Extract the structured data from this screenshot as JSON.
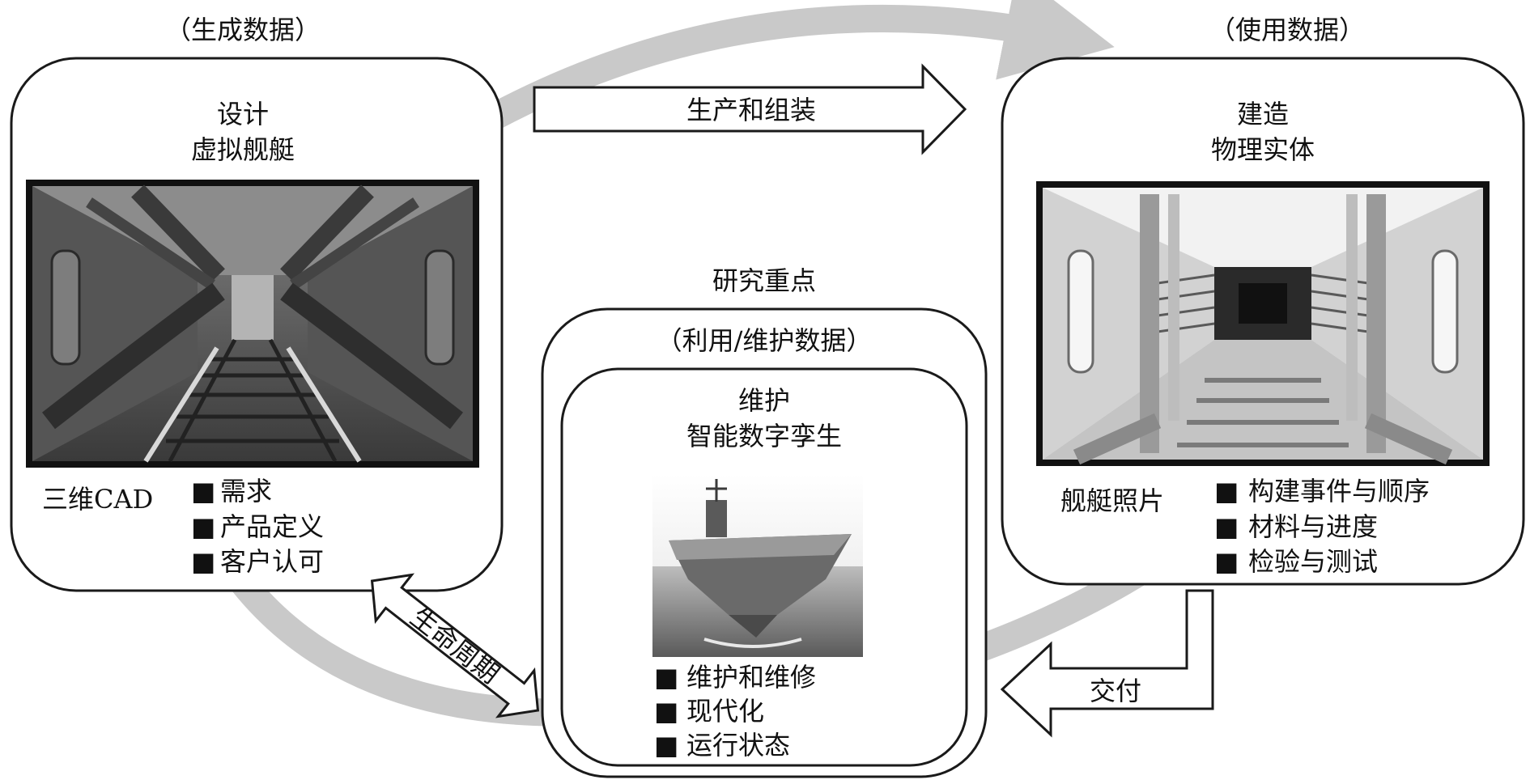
{
  "colors": {
    "cycle_arrow": "#c9c9c9",
    "box_stroke": "#1a1a1a",
    "render_dark": "#4a4a4a",
    "render_mid": "#8a8a8a",
    "photo_light": "#d8d8d8"
  },
  "design": {
    "header": "（生成数据）",
    "title_line1": "设计",
    "title_line2": "虚拟舰艇",
    "image_icon": "cad-render-image",
    "caption": "三维CAD",
    "bullets": [
      "需求",
      "产品定义",
      "客户认可"
    ]
  },
  "build": {
    "header": "（使用数据）",
    "title_line1": "建造",
    "title_line2": "物理实体",
    "image_icon": "photo-image",
    "caption": "舰艇照片",
    "bullets": [
      "构建事件与顺序",
      "材料与进度",
      "检验与测试"
    ]
  },
  "maintain": {
    "focus_label": "研究重点",
    "header": "（利用/维护数据）",
    "title_line1": "维护",
    "title_line2": "智能数字孪生",
    "image_icon": "aircraft-carrier-image",
    "bullets": [
      "维护和维修",
      "现代化",
      "运行状态"
    ]
  },
  "arrows": {
    "production": "生产和组装",
    "delivery": "交付",
    "lifecycle": "生命周期"
  },
  "bullet_glyph": "■"
}
